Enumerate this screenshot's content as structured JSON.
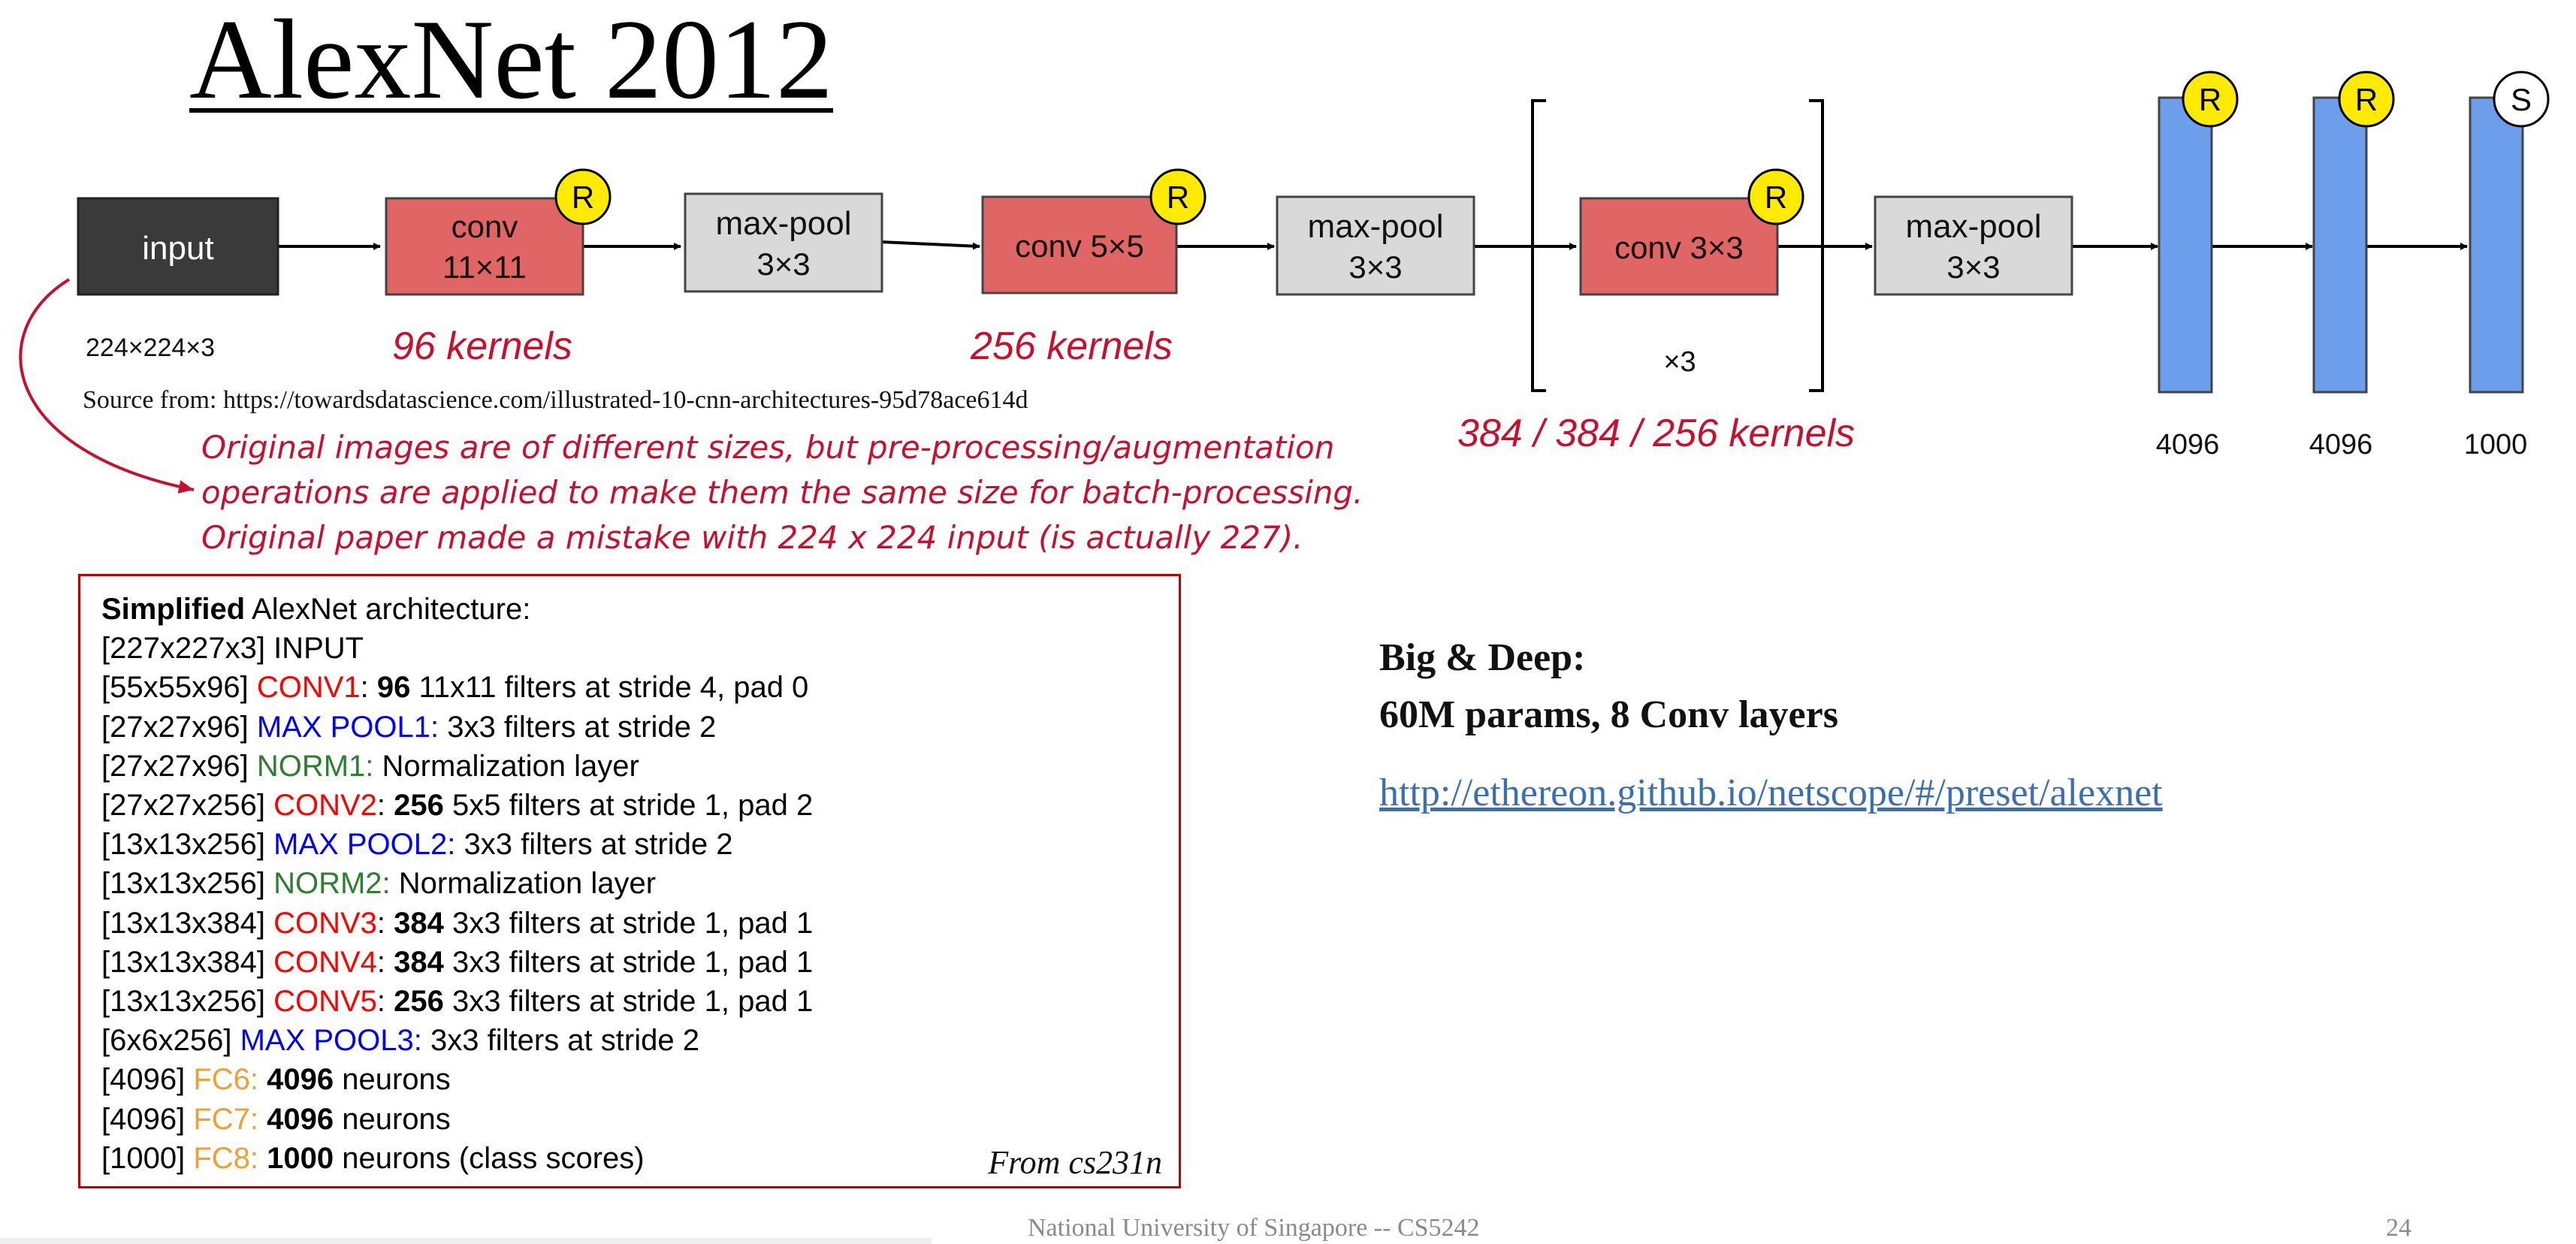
{
  "title": "AlexNet 2012",
  "diagram": {
    "boxes": {
      "input": "input",
      "conv1_l1": "conv",
      "conv1_l2": "11×11",
      "pool1_l1": "max-pool",
      "pool1_l2": "3×3",
      "conv2": "conv 5×5",
      "pool2_l1": "max-pool",
      "pool2_l2": "3×3",
      "conv3": "conv 3×3",
      "pool3_l1": "max-pool",
      "pool3_l2": "3×3"
    },
    "input_size": "224×224×3",
    "repeat": "×3",
    "badges": {
      "relu": "R",
      "softmax": "S"
    },
    "fc_sizes": [
      "4096",
      "4096",
      "1000"
    ],
    "colors": {
      "input": "#3a3a3a",
      "conv": "#e06666",
      "pool": "#d9d9d9",
      "fc": "#6d9eeb",
      "badge": "#ffeb00",
      "annotation": "#c8102e"
    }
  },
  "annotations": {
    "kernels_96": "96 kernels",
    "kernels_256": "256 kernels",
    "kernels_384": "384 / 384 / 256 kernels"
  },
  "source": "Source from: https://towardsdatascience.com/illustrated-10-cnn-architectures-95d78ace614d",
  "note": [
    "Original images are of different sizes, but pre-processing/augmentation",
    "operations are applied to make them the same size for batch-processing.",
    "Original paper made a mistake with 224 x 224 input (is actually 227)."
  ],
  "architecture": {
    "heading_bold": "Simplified",
    "heading_rest": " AlexNet architecture:",
    "input_line": "[227x227x3] INPUT",
    "rows": [
      {
        "dim": "[55x55x96] ",
        "layer": "CONV1",
        "sep": ": ",
        "num": "96",
        "rest": " 11x11 filters at stride 4, pad 0"
      },
      {
        "dim": "[27x27x96] ",
        "layer": "MAX POOL1",
        "sep": ":",
        "rest": " 3x3 filters at stride 2"
      },
      {
        "dim": "[27x27x96] ",
        "layer": "NORM1",
        "sep": ":",
        "rest": " Normalization layer"
      },
      {
        "dim": "[27x27x256] ",
        "layer": "CONV2",
        "sep": ": ",
        "num": "256",
        "rest": " 5x5 filters at stride 1, pad 2"
      },
      {
        "dim": "[13x13x256] ",
        "layer": "MAX POOL2",
        "sep": ":",
        "rest": " 3x3 filters at stride 2"
      },
      {
        "dim": "[13x13x256] ",
        "layer": "NORM2",
        "sep": ":",
        "rest": " Normalization layer"
      },
      {
        "dim": "[13x13x384] ",
        "layer": "CONV3",
        "sep": ": ",
        "num": "384",
        "rest": " 3x3 filters at stride 1, pad 1"
      },
      {
        "dim": "[13x13x384] ",
        "layer": "CONV4",
        "sep": ": ",
        "num": "384",
        "rest": " 3x3 filters at stride 1, pad 1"
      },
      {
        "dim": "[13x13x256] ",
        "layer": "CONV5",
        "sep": ": ",
        "num": "256",
        "rest": " 3x3 filters at stride 1, pad 1"
      },
      {
        "dim": "[6x6x256] ",
        "layer": "MAX POOL3",
        "sep": ":",
        "rest": " 3x3 filters at stride 2"
      },
      {
        "dim": "[4096] ",
        "layer": "FC6",
        "sep": ": ",
        "num": "4096",
        "rest": " neurons"
      },
      {
        "dim": "[4096] ",
        "layer": "FC7",
        "sep": ": ",
        "num": "4096",
        "rest": " neurons"
      },
      {
        "dim": "[1000] ",
        "layer": "FC8",
        "sep": ": ",
        "num": "1000",
        "rest": " neurons (class scores)"
      }
    ],
    "from": "From cs231n"
  },
  "summary": {
    "line1": "Big & Deep:",
    "line2": "60M params, 8 Conv layers"
  },
  "link": "http://ethereon.github.io/netscope/#/preset/alexnet",
  "footer": "National University of Singapore -- CS5242",
  "page_number": "24"
}
